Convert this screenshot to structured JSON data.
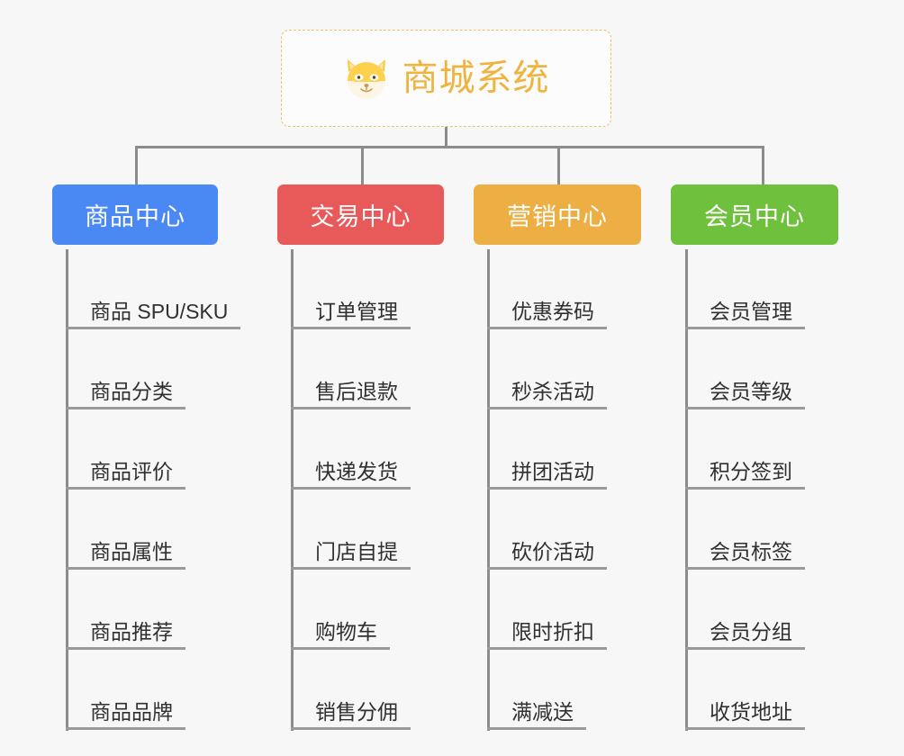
{
  "diagram": {
    "title": "商城系统",
    "root": {
      "label": "商城系统",
      "icon": "shiba-dog-icon",
      "border_color": "#f0c065",
      "text_color": "#efb33f",
      "background": "#fcfcfc"
    },
    "background_color": "#f7f7f7",
    "connector_color": "#8c8c8c",
    "leaf_underline_color": "#9a9a9a",
    "leaf_text_color": "#303030",
    "columns": [
      {
        "label": "商品中心",
        "color": "#4a89f3",
        "items": [
          "商品 SPU/SKU",
          "商品分类",
          "商品评价",
          "商品属性",
          "商品推荐",
          "商品品牌"
        ]
      },
      {
        "label": "交易中心",
        "color": "#e8595a",
        "items": [
          "订单管理",
          "售后退款",
          "快递发货",
          "门店自提",
          "购物车",
          "销售分佣"
        ]
      },
      {
        "label": "营销中心",
        "color": "#edae43",
        "items": [
          "优惠券码",
          "秒杀活动",
          "拼团活动",
          "砍价活动",
          "限时折扣",
          "满减送"
        ]
      },
      {
        "label": "会员中心",
        "color": "#6fc13d",
        "items": [
          "会员管理",
          "会员等级",
          "积分签到",
          "会员标签",
          "会员分组",
          "收货地址"
        ]
      }
    ]
  }
}
